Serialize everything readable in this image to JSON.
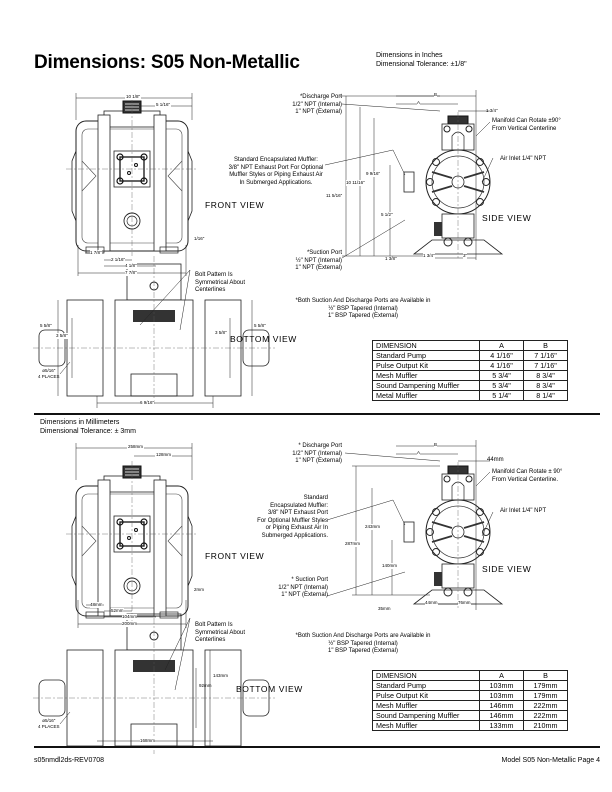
{
  "page": {
    "title": "Dimensions: S05 Non-Metallic",
    "footer_left": "s05nmdl2ds-REV0708",
    "footer_right": "Model S05 Non-Metallic Page 4"
  },
  "inches": {
    "units_line": "Dimensions in Inches",
    "tolerance_line": "Dimensional Tolerance: ±1/8\"",
    "front_view_label": "FRONT  VIEW",
    "side_view_label": "SIDE  VIEW",
    "bottom_view_label": "BOTTOM  VIEW",
    "front_dims": {
      "overall_width": "10 1/8\"",
      "half_width": "5 1/16\"",
      "d1": "1 7/8\"",
      "d2": "2 1/16\"",
      "d3": "4 1/8\"",
      "d4": "7 7/8\"",
      "foot": "1/16\""
    },
    "side_dims": {
      "h1": "11 5/16\"",
      "h2": "10 11/16\"",
      "h3": "9 9/16\"",
      "h4": "5 1/2\"",
      "h5": "1 3/8\"",
      "top": "1 3/4\"",
      "base1": "1 3/4\"",
      "base2": "3\"",
      "a": "A",
      "b": "B"
    },
    "bottom_dims": {
      "outer": "5 5/8\"",
      "inner": "3 5/8\"",
      "outer_r": "5 5/8\"",
      "inner_r": "3 5/8\"",
      "width": "6 9/16\"",
      "holes1": "ø5/16\"",
      "holes2": "4 PLACES"
    },
    "callouts": {
      "discharge": [
        "*Discharge Port",
        "1/2\" NPT (Internal)",
        "1\" NPT (External)"
      ],
      "muffler": [
        "Standard Encapsulated Muffler:",
        "3/8\" NPT Exhaust Port For Optional",
        "Muffler Styles or Piping Exhaust Air",
        "In Submerged Applications."
      ],
      "suction": [
        "*Suction Port",
        "½\" NPT (Internal)",
        "1\" NPT (External)"
      ],
      "manifold": [
        "Manifold Can Rotate ±90°",
        "From Vertical Centerline"
      ],
      "air_inlet": "Air Inlet 1/4\" NPT",
      "bolt_pattern": [
        "Bolt Pattern Is",
        "Symmetrical About",
        "Centerlines"
      ],
      "bsp_note": [
        "*Both Suction And Discharge Ports are Available in",
        "½\" BSP Tapered (Internal)",
        "1\" BSP Tapered (External)"
      ]
    },
    "table": {
      "headers": [
        "DIMENSION",
        "A",
        "B"
      ],
      "rows": [
        [
          "Standard Pump",
          "4 1/16\"",
          "7 1/16\""
        ],
        [
          "Pulse Output Kit",
          "4 1/16\"",
          "7 1/16\""
        ],
        [
          "Mesh Muffler",
          "5 3/4\"",
          "8 3/4\""
        ],
        [
          "Sound Dampening Muffler",
          "5 3/4\"",
          "8 3/4\""
        ],
        [
          "Metal Muffler",
          "5 1/4\"",
          "8 1/4\""
        ]
      ]
    }
  },
  "metric": {
    "units_line": "Dimensions in Millimeters",
    "tolerance_line": "Dimensional Tolerance: ± 3mm",
    "front_view_label": "FRONT  VIEW",
    "side_view_label": "SIDE  VIEW",
    "bottom_view_label": "BOTTOM  VIEW",
    "front_dims": {
      "overall_width": "258mm",
      "half_width": "128mm",
      "d1": "48mm",
      "d2": "52mm",
      "d3": "104mm",
      "d4": "200mm",
      "foot": "2mm"
    },
    "side_dims": {
      "h1": "287mm",
      "h2": "243mm",
      "h4": "140mm",
      "h5": "35mm",
      "top": "44mm",
      "base1": "44mm",
      "base2": "76mm",
      "a": "A",
      "b": "B"
    },
    "bottom_dims": {
      "outer": "143mm",
      "inner": "92mm",
      "width": "168mm",
      "holes1": "ø5/16\"",
      "holes2": "4 PLACES"
    },
    "callouts": {
      "discharge": [
        "* Discharge Port",
        "1/2\" NPT (Internal)",
        "1\" NPT (External)"
      ],
      "muffler": [
        "Standard",
        "Encapsulated Muffler:",
        "3/8\" NPT Exhaust Port",
        "For Optional Muffler Styles",
        "or Piping Exhaust Air In",
        "Submerged Applications."
      ],
      "suction": [
        "* Suction Port",
        "1/2\" NPT (Internal)",
        "1\" NPT (External)"
      ],
      "manifold": [
        "Manifold Can Rotate ± 90°",
        "From Vertical Centerline."
      ],
      "air_inlet": "Air Inlet 1/4\" NPT",
      "bolt_pattern": [
        "Bolt Pattern Is",
        "Symmetrical About",
        "Centerlines"
      ],
      "bsp_note": [
        "*Both Suction And Discharge Ports are Available in",
        "½\" BSP Tapered (Internal)",
        "1\" BSP Tapered (External)"
      ]
    },
    "table": {
      "headers": [
        "DIMENSION",
        "A",
        "B"
      ],
      "rows": [
        [
          "Standard Pump",
          "103mm",
          "179mm"
        ],
        [
          "Pulse Output Kit",
          "103mm",
          "179mm"
        ],
        [
          "Mesh Muffler",
          "146mm",
          "222mm"
        ],
        [
          "Sound Dampening Muffler",
          "146mm",
          "222mm"
        ],
        [
          "Mesh Muffler",
          "133mm",
          "210mm"
        ]
      ]
    }
  }
}
